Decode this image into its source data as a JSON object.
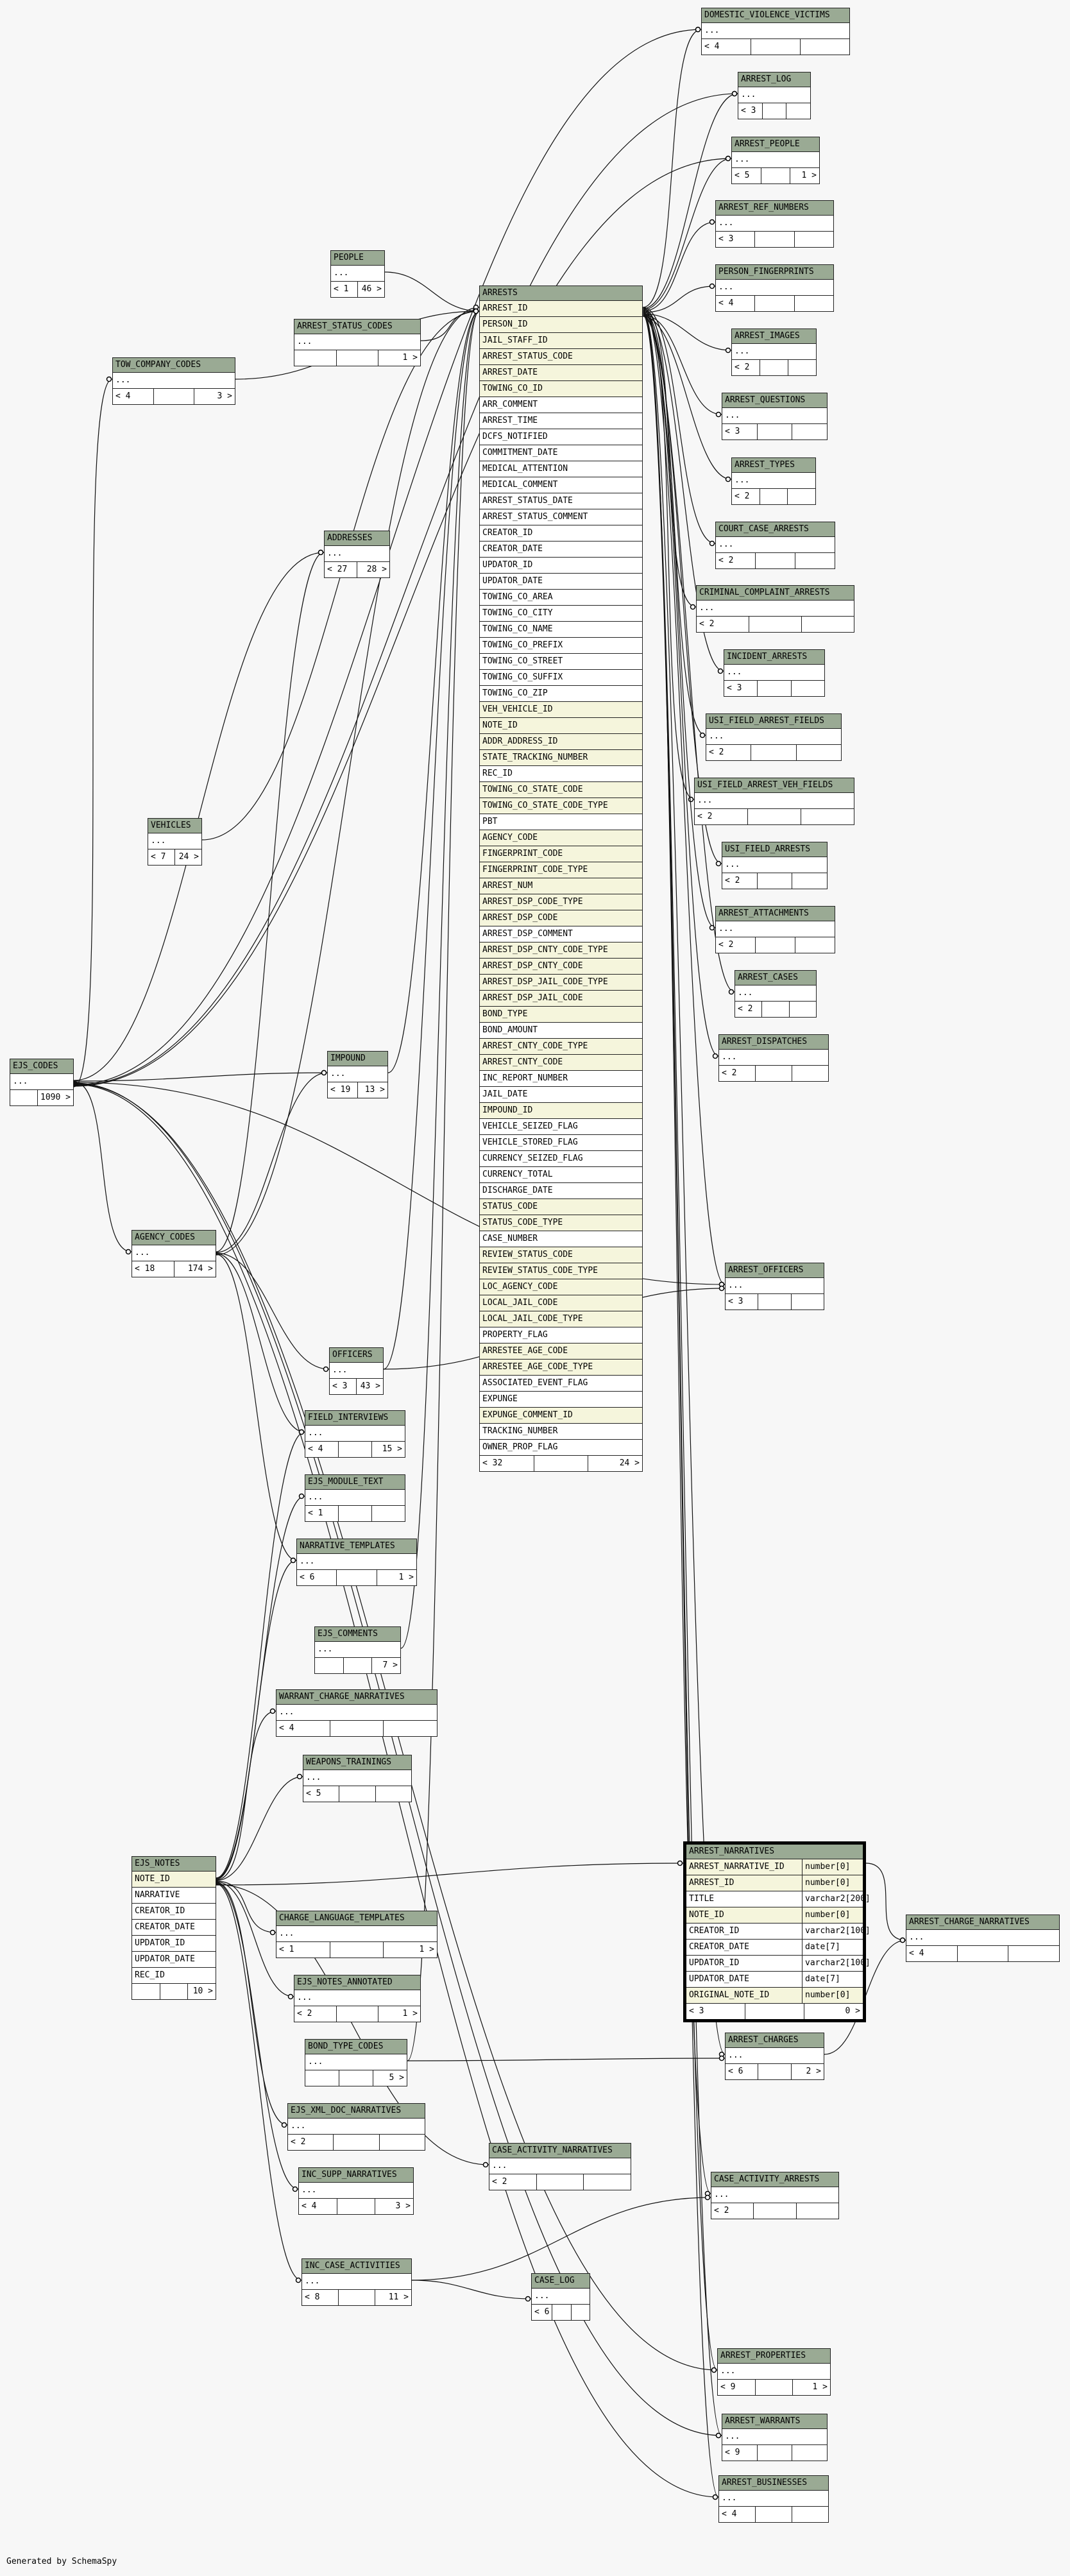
{
  "footer": "Generated by SchemaSpy",
  "tables": [
    {
      "name": "DOMESTIC_VIOLENCE_VICTIMS",
      "rows": [
        "..."
      ],
      "foot": [
        "< 4",
        "",
        ""
      ]
    },
    {
      "name": "ARREST_LOG",
      "rows": [
        "..."
      ],
      "foot": [
        "< 3",
        "",
        ""
      ]
    },
    {
      "name": "ARREST_PEOPLE",
      "rows": [
        "..."
      ],
      "foot": [
        "< 5",
        "",
        "1 >"
      ]
    },
    {
      "name": "ARREST_REF_NUMBERS",
      "rows": [
        "..."
      ],
      "foot": [
        "< 3",
        "",
        ""
      ]
    },
    {
      "name": "PERSON_FINGERPRINTS",
      "rows": [
        "..."
      ],
      "foot": [
        "< 4",
        "",
        ""
      ]
    },
    {
      "name": "ARREST_IMAGES",
      "rows": [
        "..."
      ],
      "foot": [
        "< 2",
        "",
        ""
      ]
    },
    {
      "name": "ARREST_QUESTIONS",
      "rows": [
        "..."
      ],
      "foot": [
        "< 3",
        "",
        ""
      ]
    },
    {
      "name": "ARREST_TYPES",
      "rows": [
        "..."
      ],
      "foot": [
        "< 2",
        "",
        ""
      ]
    },
    {
      "name": "COURT_CASE_ARRESTS",
      "rows": [
        "..."
      ],
      "foot": [
        "< 2",
        "",
        ""
      ]
    },
    {
      "name": "CRIMINAL_COMPLAINT_ARRESTS",
      "rows": [
        "..."
      ],
      "foot": [
        "< 2",
        "",
        ""
      ]
    },
    {
      "name": "INCIDENT_ARRESTS",
      "rows": [
        "..."
      ],
      "foot": [
        "< 3",
        "",
        ""
      ]
    },
    {
      "name": "USI_FIELD_ARREST_FIELDS",
      "rows": [
        "..."
      ],
      "foot": [
        "< 2",
        "",
        ""
      ]
    },
    {
      "name": "USI_FIELD_ARREST_VEH_FIELDS",
      "rows": [
        "..."
      ],
      "foot": [
        "< 2",
        "",
        ""
      ]
    },
    {
      "name": "USI_FIELD_ARRESTS",
      "rows": [
        "..."
      ],
      "foot": [
        "< 2",
        "",
        ""
      ]
    },
    {
      "name": "ARREST_ATTACHMENTS",
      "rows": [
        "..."
      ],
      "foot": [
        "< 2",
        "",
        ""
      ]
    },
    {
      "name": "ARREST_CASES",
      "rows": [
        "..."
      ],
      "foot": [
        "< 2",
        "",
        ""
      ]
    },
    {
      "name": "ARREST_DISPATCHES",
      "rows": [
        "..."
      ],
      "foot": [
        "< 2",
        "",
        ""
      ]
    },
    {
      "name": "ARREST_OFFICERS",
      "rows": [
        "..."
      ],
      "foot": [
        "< 3",
        "",
        ""
      ]
    },
    {
      "name": "ARREST_CHARGES",
      "rows": [
        "..."
      ],
      "foot": [
        "< 6",
        "",
        "2 >"
      ]
    },
    {
      "name": "CASE_ACTIVITY_ARRESTS",
      "rows": [
        "..."
      ],
      "foot": [
        "< 2",
        "",
        ""
      ]
    },
    {
      "name": "ARREST_PROPERTIES",
      "rows": [
        "..."
      ],
      "foot": [
        "< 9",
        "",
        "1 >"
      ]
    },
    {
      "name": "ARREST_WARRANTS",
      "rows": [
        "..."
      ],
      "foot": [
        "< 9",
        "",
        ""
      ]
    },
    {
      "name": "ARREST_BUSINESSES",
      "rows": [
        "..."
      ],
      "foot": [
        "< 4",
        "",
        ""
      ]
    },
    {
      "name": "ARREST_CHARGE_NARRATIVES",
      "rows": [
        "..."
      ],
      "foot": [
        "< 4",
        "",
        ""
      ]
    },
    {
      "name": "PEOPLE",
      "rows": [
        "..."
      ],
      "foot": [
        "< 1",
        "46 >"
      ]
    },
    {
      "name": "ARREST_STATUS_CODES",
      "rows": [
        "..."
      ],
      "foot": [
        "",
        "",
        "1 >"
      ]
    },
    {
      "name": "TOW_COMPANY_CODES",
      "rows": [
        "..."
      ],
      "foot": [
        "< 4",
        "",
        "3 >"
      ]
    },
    {
      "name": "ADDRESSES",
      "rows": [
        "..."
      ],
      "foot": [
        "< 27",
        "28 >"
      ]
    },
    {
      "name": "VEHICLES",
      "rows": [
        "..."
      ],
      "foot": [
        "< 7",
        "24 >"
      ]
    },
    {
      "name": "EJS_CODES",
      "rows": [
        "..."
      ],
      "foot": [
        "",
        "1090 >"
      ]
    },
    {
      "name": "IMPOUND",
      "rows": [
        "..."
      ],
      "foot": [
        "< 19",
        "13 >"
      ]
    },
    {
      "name": "AGENCY_CODES",
      "rows": [
        "..."
      ],
      "foot": [
        "< 18",
        "174 >"
      ]
    },
    {
      "name": "OFFICERS",
      "rows": [
        "..."
      ],
      "foot": [
        "< 3",
        "43 >"
      ]
    },
    {
      "name": "FIELD_INTERVIEWS",
      "rows": [
        "..."
      ],
      "foot": [
        "< 4",
        "",
        "15 >"
      ]
    },
    {
      "name": "EJS_MODULE_TEXT",
      "rows": [
        "..."
      ],
      "foot": [
        "< 1",
        "",
        ""
      ]
    },
    {
      "name": "NARRATIVE_TEMPLATES",
      "rows": [
        "..."
      ],
      "foot": [
        "< 6",
        "",
        "1 >"
      ]
    },
    {
      "name": "EJS_COMMENTS",
      "rows": [
        "..."
      ],
      "foot": [
        "",
        "",
        "7 >"
      ]
    },
    {
      "name": "WARRANT_CHARGE_NARRATIVES",
      "rows": [
        "..."
      ],
      "foot": [
        "< 4",
        "",
        ""
      ]
    },
    {
      "name": "WEAPONS_TRAININGS",
      "rows": [
        "..."
      ],
      "foot": [
        "< 5",
        "",
        ""
      ]
    },
    {
      "name": "EJS_NOTES",
      "rows": [
        "NOTE_ID",
        "NARRATIVE",
        "CREATOR_ID",
        "CREATOR_DATE",
        "UPDATOR_ID",
        "UPDATOR_DATE",
        "REC_ID"
      ],
      "keys": [
        0
      ],
      "foot": [
        "",
        "",
        "10 >"
      ]
    },
    {
      "name": "CHARGE_LANGUAGE_TEMPLATES",
      "rows": [
        "..."
      ],
      "foot": [
        "< 1",
        "",
        "1 >"
      ]
    },
    {
      "name": "EJS_NOTES_ANNOTATED",
      "rows": [
        "..."
      ],
      "foot": [
        "< 2",
        "",
        "1 >"
      ]
    },
    {
      "name": "BOND_TYPE_CODES",
      "rows": [
        "..."
      ],
      "foot": [
        "",
        "",
        "5 >"
      ]
    },
    {
      "name": "EJS_XML_DOC_NARRATIVES",
      "rows": [
        "..."
      ],
      "foot": [
        "< 2",
        "",
        ""
      ]
    },
    {
      "name": "INC_SUPP_NARRATIVES",
      "rows": [
        "..."
      ],
      "foot": [
        "< 4",
        "",
        "3 >"
      ]
    },
    {
      "name": "CASE_ACTIVITY_NARRATIVES",
      "rows": [
        "..."
      ],
      "foot": [
        "< 2",
        "",
        ""
      ]
    },
    {
      "name": "INC_CASE_ACTIVITIES",
      "rows": [
        "..."
      ],
      "foot": [
        "< 8",
        "",
        "11 >"
      ]
    },
    {
      "name": "CASE_LOG",
      "rows": [
        "..."
      ],
      "foot": [
        "< 6",
        "",
        ""
      ]
    },
    {
      "name": "ARRESTS",
      "rows": [
        "ARREST_ID",
        "PERSON_ID",
        "JAIL_STAFF_ID",
        "ARREST_STATUS_CODE",
        "ARREST_DATE",
        "TOWING_CO_ID",
        "ARR_COMMENT",
        "ARREST_TIME",
        "DCFS_NOTIFIED",
        "COMMITMENT_DATE",
        "MEDICAL_ATTENTION",
        "MEDICAL_COMMENT",
        "ARREST_STATUS_DATE",
        "ARREST_STATUS_COMMENT",
        "CREATOR_ID",
        "CREATOR_DATE",
        "UPDATOR_ID",
        "UPDATOR_DATE",
        "TOWING_CO_AREA",
        "TOWING_CO_CITY",
        "TOWING_CO_NAME",
        "TOWING_CO_PREFIX",
        "TOWING_CO_STREET",
        "TOWING_CO_SUFFIX",
        "TOWING_CO_ZIP",
        "VEH_VEHICLE_ID",
        "NOTE_ID",
        "ADDR_ADDRESS_ID",
        "STATE_TRACKING_NUMBER",
        "REC_ID",
        "TOWING_CO_STATE_CODE",
        "TOWING_CO_STATE_CODE_TYPE",
        "PBT",
        "AGENCY_CODE",
        "FINGERPRINT_CODE",
        "FINGERPRINT_CODE_TYPE",
        "ARREST_NUM",
        "ARREST_DSP_CODE_TYPE",
        "ARREST_DSP_CODE",
        "ARREST_DSP_COMMENT",
        "ARREST_DSP_CNTY_CODE_TYPE",
        "ARREST_DSP_CNTY_CODE",
        "ARREST_DSP_JAIL_CODE_TYPE",
        "ARREST_DSP_JAIL_CODE",
        "BOND_TYPE",
        "BOND_AMOUNT",
        "ARREST_CNTY_CODE_TYPE",
        "ARREST_CNTY_CODE",
        "INC_REPORT_NUMBER",
        "JAIL_DATE",
        "IMPOUND_ID",
        "VEHICLE_SEIZED_FLAG",
        "VEHICLE_STORED_FLAG",
        "CURRENCY_SEIZED_FLAG",
        "CURRENCY_TOTAL",
        "DISCHARGE_DATE",
        "STATUS_CODE",
        "STATUS_CODE_TYPE",
        "CASE_NUMBER",
        "REVIEW_STATUS_CODE",
        "REVIEW_STATUS_CODE_TYPE",
        "LOC_AGENCY_CODE",
        "LOCAL_JAIL_CODE",
        "LOCAL_JAIL_CODE_TYPE",
        "PROPERTY_FLAG",
        "ARRESTEE_AGE_CODE",
        "ARRESTEE_AGE_CODE_TYPE",
        "ASSOCIATED_EVENT_FLAG",
        "EXPUNGE",
        "EXPUNGE_COMMENT_ID",
        "TRACKING_NUMBER",
        "OWNER_PROP_FLAG"
      ],
      "keys": [
        0,
        1,
        2,
        3,
        4,
        5,
        25,
        26,
        27,
        28,
        30,
        31,
        33,
        34,
        35,
        36,
        37,
        38,
        40,
        41,
        42,
        43,
        44,
        46,
        47,
        50,
        56,
        57,
        59,
        60,
        61,
        62,
        63,
        65,
        66,
        69
      ],
      "foot": [
        "< 32",
        "",
        "24 >"
      ]
    },
    {
      "name": "ARREST_NARRATIVES",
      "rows": [
        "ARREST_NARRATIVE_ID",
        "ARREST_ID",
        "TITLE",
        "NOTE_ID",
        "CREATOR_ID",
        "CREATOR_DATE",
        "UPDATOR_ID",
        "UPDATOR_DATE",
        "ORIGINAL_NOTE_ID"
      ],
      "types": [
        "number[0]",
        "number[0]",
        "varchar2[200]",
        "number[0]",
        "varchar2[100]",
        "date[7]",
        "varchar2[100]",
        "date[7]",
        "number[0]"
      ],
      "keys": [
        0,
        1,
        3,
        8
      ],
      "foot": [
        "< 3",
        "",
        "0 >"
      ]
    }
  ]
}
